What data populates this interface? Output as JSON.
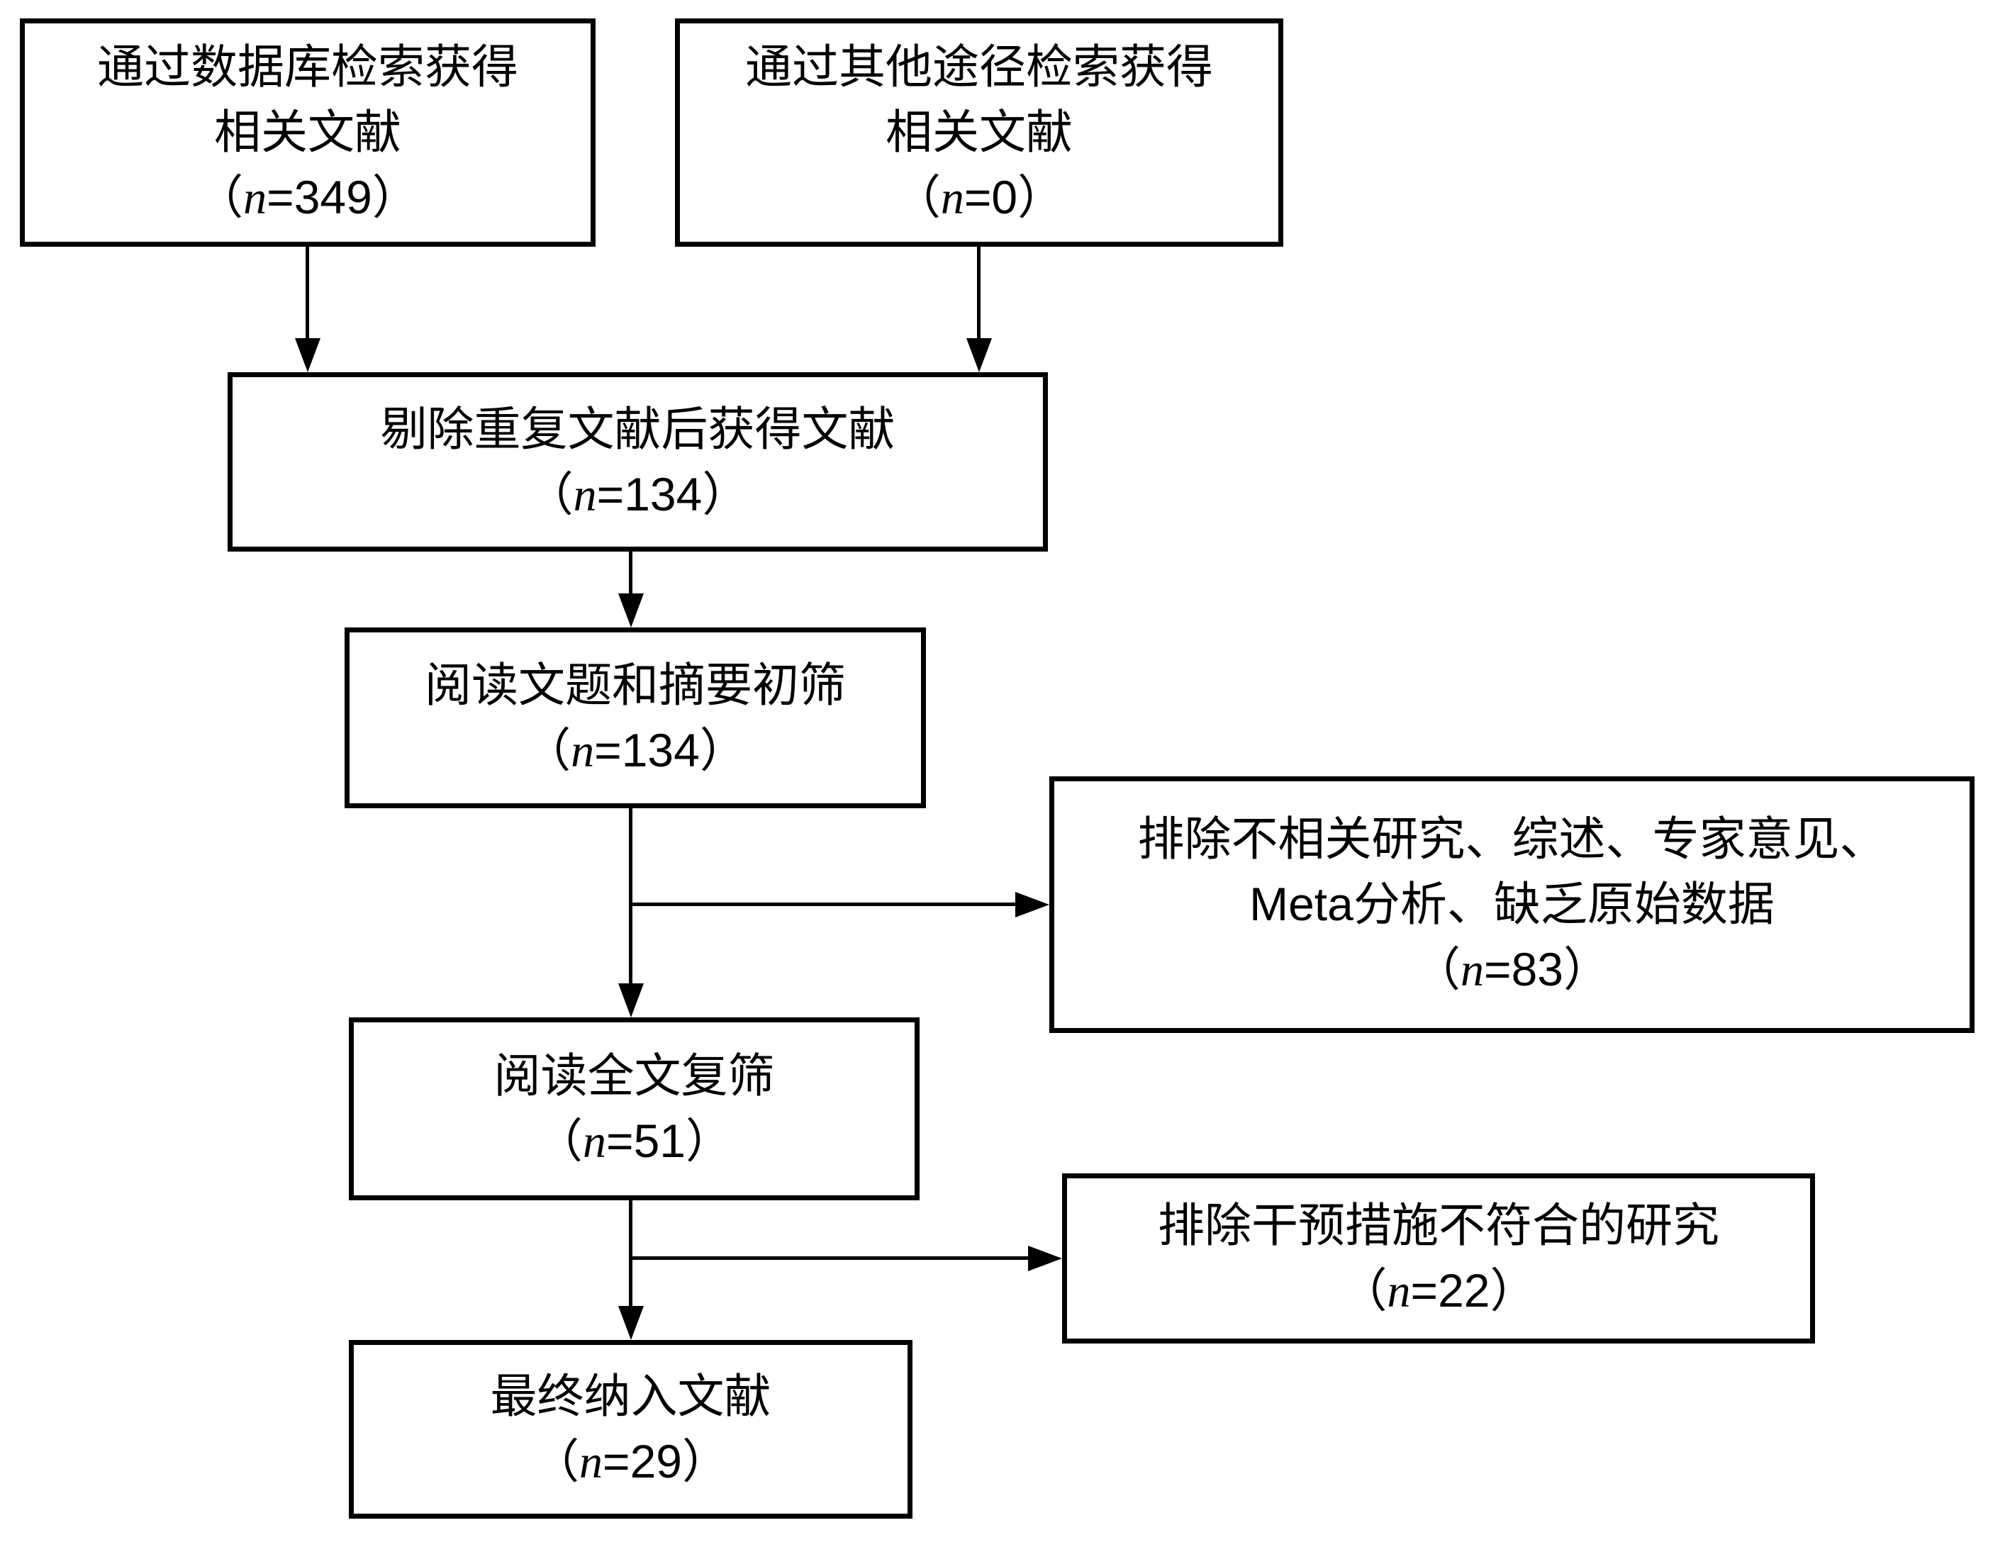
{
  "colors": {
    "background": "#ffffff",
    "line": "#000000",
    "text": "#000000"
  },
  "symbols": {
    "paren_open": "（",
    "n_var": "n",
    "equals": "=",
    "paren_close": "）"
  },
  "boxes": {
    "database_search": {
      "line1": "通过数据库检索获得",
      "line2": "相关文献",
      "value": "349"
    },
    "other_sources": {
      "line1": "通过其他途径检索获得",
      "line2": "相关文献",
      "value": "0"
    },
    "deduplicated": {
      "line1": "剔除重复文献后获得文献",
      "value": "134"
    },
    "title_abstract_screening": {
      "line1": "阅读文题和摘要初筛",
      "value": "134"
    },
    "excluded_irrelevant": {
      "line1": "排除不相关研究、综述、专家意见、",
      "line2": "Meta分析、缺乏原始数据",
      "value": "83"
    },
    "fulltext_screening": {
      "line1": "阅读全文复筛",
      "value": "51"
    },
    "excluded_intervention": {
      "line1": "排除干预措施不符合的研究",
      "value": "22"
    },
    "final_included": {
      "line1": "最终纳入文献",
      "value": "29"
    }
  }
}
